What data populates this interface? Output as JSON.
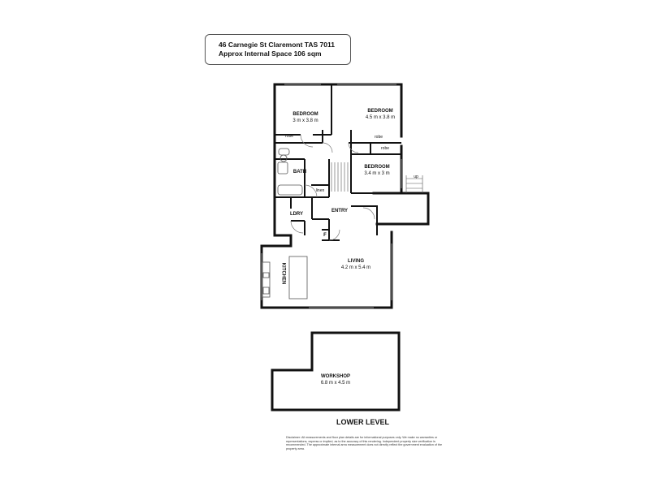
{
  "header": {
    "address": "46 Carnegie St Claremont TAS 7011",
    "area": "Approx Internal Space  106 sqm"
  },
  "rooms": {
    "bedroom1": {
      "name": "BEDROOM",
      "dims": "3 m x 3.8 m"
    },
    "bedroom2": {
      "name": "BEDROOM",
      "dims": "4.5 m x 3.8 m"
    },
    "bedroom3": {
      "name": "BEDROOM",
      "dims": "3.4 m x 3 m"
    },
    "robe1": "robe",
    "robe2": "robe",
    "robe3": "robe",
    "bath": "BATH",
    "linen": "linen",
    "laundry": "LDRY",
    "entry": "ENTRY",
    "fridge": "F",
    "living": {
      "name": "LIVING",
      "dims": "4.2 m x 5.4 m"
    },
    "kitchen": "KITCHEN",
    "workshop": {
      "name": "WORKSHOP",
      "dims": "6.8 m x 4.5 m"
    }
  },
  "stairs_label": "up",
  "level_label": "LOWER LEVEL",
  "disclaimer": "Disclaimer: All measurements and floor plan details are for informational purposes only. We make no warranties or representations, express or implied, as to the accuracy of this rendering. Independent property size verification is recommended. The approximate internal area measurement does not directly reflect the government evaluation of the property area."
}
